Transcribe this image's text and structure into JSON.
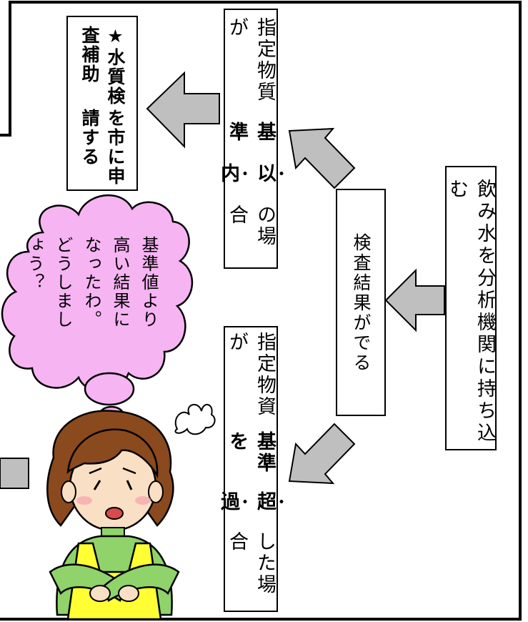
{
  "flow": {
    "bring_water": "飲み水を分析機関に持ち込む",
    "result": "検査結果がでる",
    "within_a": "指定物質が",
    "within_b": "基準",
    "within_c": "以内",
    "within_d": "の場合",
    "exceed_a": "指定物資が",
    "exceed_b": "基準を",
    "exceed_c": "超過",
    "exceed_d": "した場合",
    "apply_line1": "★水質検査補助",
    "apply_line2": "を市に申請する"
  },
  "speech": {
    "line1": "基準値より",
    "line2": "高い結果に",
    "line3": "なったわ。",
    "line4": "どうしまし",
    "line5": "ょう？"
  },
  "colors": {
    "arrow_fill": "#bfbfbf",
    "bubble_fill": "#f6b4f2",
    "hair": "#8a4a1e",
    "skin": "#f9dfc4",
    "shirt": "#8fd36a",
    "apron": "#ffff33"
  }
}
